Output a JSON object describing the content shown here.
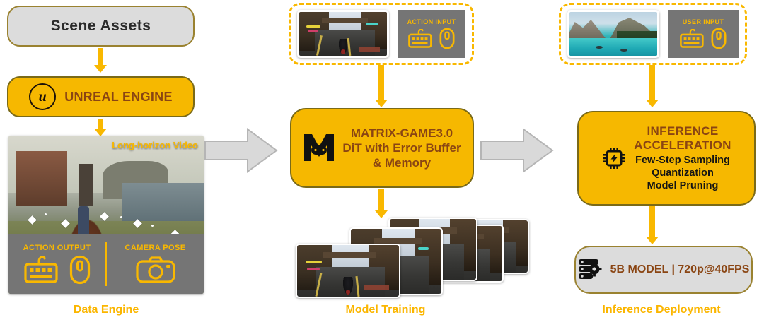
{
  "theme": {
    "amber": "#f6b800",
    "amber_text": "#fbb600",
    "brown_text": "#8a4513",
    "gray_box": "#dcdcdc",
    "gray_border": "#9a8230",
    "panel_gray": "#757575",
    "arrow_gray": "#d9d9d9",
    "dark_text": "#2b2b2b"
  },
  "columns": [
    {
      "caption": "Data Engine"
    },
    {
      "caption": "Model Training"
    },
    {
      "caption": "Inference Deployment"
    }
  ],
  "data_engine": {
    "scene_assets_label": "Scene  Assets",
    "unreal_label": "UNREAL ENGINE",
    "unreal_icon": "unreal-engine-icon",
    "video_overlay_label": "Long-horizon Video",
    "action_output_label": "ACTION OUTPUT",
    "camera_pose_label": "CAMERA POSE",
    "icons": {
      "keyboard": "keyboard-icon",
      "mouse": "mouse-icon",
      "camera": "camera-icon"
    }
  },
  "model_training": {
    "action_input_label": "ACTION INPUT",
    "model_title": "MATRIX-GAME3.0",
    "model_line2": "DiT with Error Buffer",
    "model_line3": "& Memory",
    "model_icon": "matrix-game-logo-icon",
    "frame_count": 5,
    "icons": {
      "keyboard": "keyboard-icon",
      "mouse": "mouse-icon"
    }
  },
  "inference": {
    "user_input_label": "USER INPUT",
    "accel_title_line1": "INFERENCE",
    "accel_title_line2": "ACCELERATION",
    "accel_icon": "cpu-chip-bolt-icon",
    "accel_items": [
      "Few-Step Sampling",
      "Quantization",
      "Model Pruning"
    ],
    "deployment_badge": "5B MODEL | 720p@40FPS",
    "deployment_icon": "server-gear-icon",
    "icons": {
      "keyboard": "keyboard-icon",
      "mouse": "mouse-icon"
    }
  },
  "flow_arrows": {
    "stage1_to_stage2": "arrow-right",
    "stage2_to_stage3": "arrow-right"
  }
}
